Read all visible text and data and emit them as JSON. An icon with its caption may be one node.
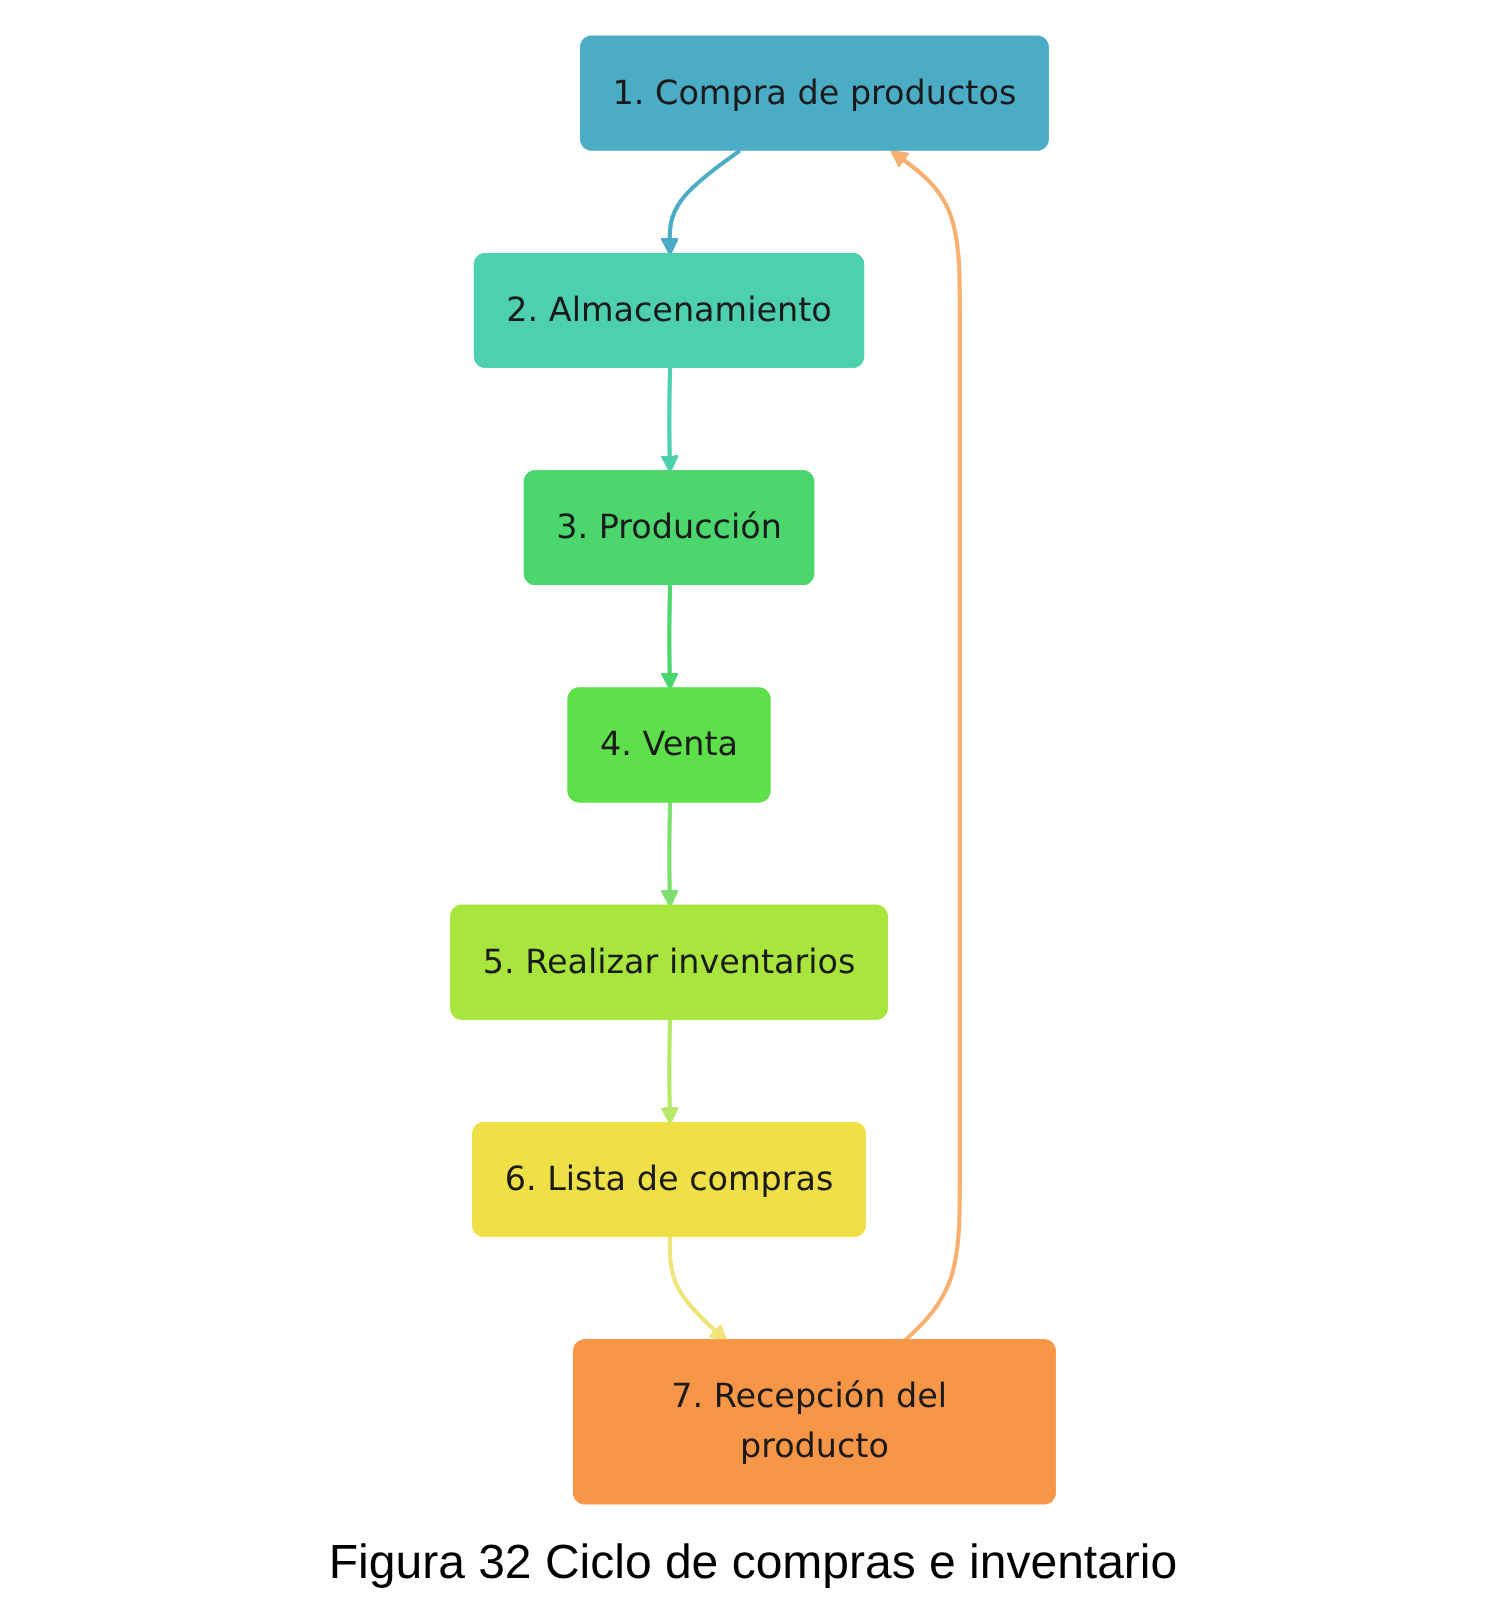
{
  "diagram": {
    "caption": "Figura 32 Ciclo de compras e inventario",
    "nodes": [
      {
        "text": [
          "1. Compra de productos"
        ]
      },
      {
        "text": [
          "2. Almacenamiento"
        ]
      },
      {
        "text": [
          "3. Producción"
        ]
      },
      {
        "text": [
          "4. Venta"
        ]
      },
      {
        "text": [
          "5. Realizar inventarios"
        ]
      },
      {
        "text": [
          "6. Lista de compras"
        ]
      },
      {
        "text": [
          "7. Recepción del producto"
        ]
      }
    ],
    "edges": [
      {
        "from": 0,
        "to": 1,
        "arrow": "to",
        "color": "#4bacc6"
      },
      {
        "from": 1,
        "to": 2,
        "arrow": "to",
        "color": "#4dd0b0"
      },
      {
        "from": 2,
        "to": 3,
        "arrow": "to",
        "color": "#4cd66e"
      },
      {
        "from": 3,
        "to": 4,
        "arrow": "to",
        "color": "#7fe070"
      },
      {
        "from": 4,
        "to": 5,
        "arrow": "to",
        "color": "#b8e86a"
      },
      {
        "from": 5,
        "to": 6,
        "arrow": "to",
        "color": "#eee47a"
      },
      {
        "from": 6,
        "to": 0,
        "arrow": "to",
        "color": "#f7b070"
      }
    ]
  }
}
